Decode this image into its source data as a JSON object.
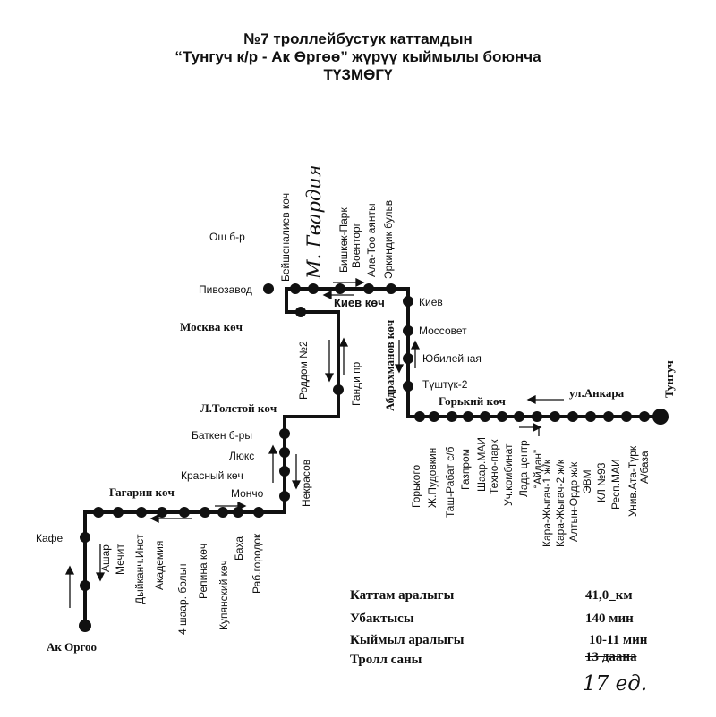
{
  "title": {
    "line1": "№7  троллейбустук каттамдын",
    "line2": "“Тунгуч к/р - Ак Өргөө” жүрүү кыймылы боюнча",
    "line3": "ТҮЗМӨГҮ"
  },
  "streets": {
    "moskva": "Москва көч",
    "tolstoy": "Л.Толстой көч",
    "gagarin": "Гагарин көч",
    "kiev": "Киев көч",
    "abdrakhmanov": "Абдрахманов көч",
    "gorkiy": "Горький көч",
    "ankara": "ул.Анкара",
    "osh_br": "Ош б-р",
    "gvardiya": "М. Гвардия",
    "gandi": "Ганди пр"
  },
  "terminals": {
    "start": "Ак Оргоо",
    "end": "Тунгуч"
  },
  "stops": {
    "kafe": "Кафе",
    "ashar": "Ашар",
    "mechit": "Мечит",
    "dyikanch": "Дыйканч.Инст",
    "akademiya": "Академия",
    "shaar_boln": "4 шаар. больн",
    "repina": "Репина көч",
    "kupyanskiy": "Купянский көч",
    "bakha": "Баха",
    "rab_gorodok": "Раб.городок",
    "monco": "Мончо",
    "krasnyy": "Красный көч",
    "lyuks": "Люкс",
    "batken": "Баткен б-ры",
    "nekrasov": "Некрасов",
    "roddom": "Роддом №2",
    "pivozavod": "Пивозавод",
    "beyshenaliev": "Бейшеналиев көч",
    "bishkek_park": "Бишкек-Парк",
    "voentorg": "Военторг",
    "ala_too": "Ала-Тоо аянты",
    "erkindik": "Эркиндик бульв",
    "kiev_stop": "Киев",
    "mossovet": "Моссовет",
    "yubileynaya": "Юбилейная",
    "tushtuk": "Түштүк-2",
    "gorkogo": "Горького",
    "pudovkin": "Ж.Пудовкин",
    "tash_rabat": "Таш-Рабат с/б",
    "gazprom": "Газпром",
    "shaar_mai": "Шаар.МАИ",
    "tekhno": "Техно-парк",
    "uch_kombinat": "Уч.комбинат",
    "lada": "Лада центр",
    "aydan": "“Айдан”",
    "kara1": "Кара-Жыгач-1 ж/к",
    "kara2": "Кара-Жыгач-2 ж/к",
    "altyn": "Алтын-Ордо ж/к",
    "evm": "ЭВМ",
    "kl93": "КЛ №93",
    "resp_mai": "Респ.МАИ",
    "univ": "Унив.Ата-Түрк",
    "abaza": "А/база"
  },
  "info": {
    "label_length": "Каттам аралыгы",
    "value_length": "41,0_км",
    "label_time": "Убактысы",
    "value_time": "140 мин",
    "label_interval": "Кыймыл аралыгы",
    "value_interval": "10-11 мин",
    "label_count": "Тролл саны",
    "value_count": "13 даана",
    "value_count_handwritten": "17 ед."
  }
}
